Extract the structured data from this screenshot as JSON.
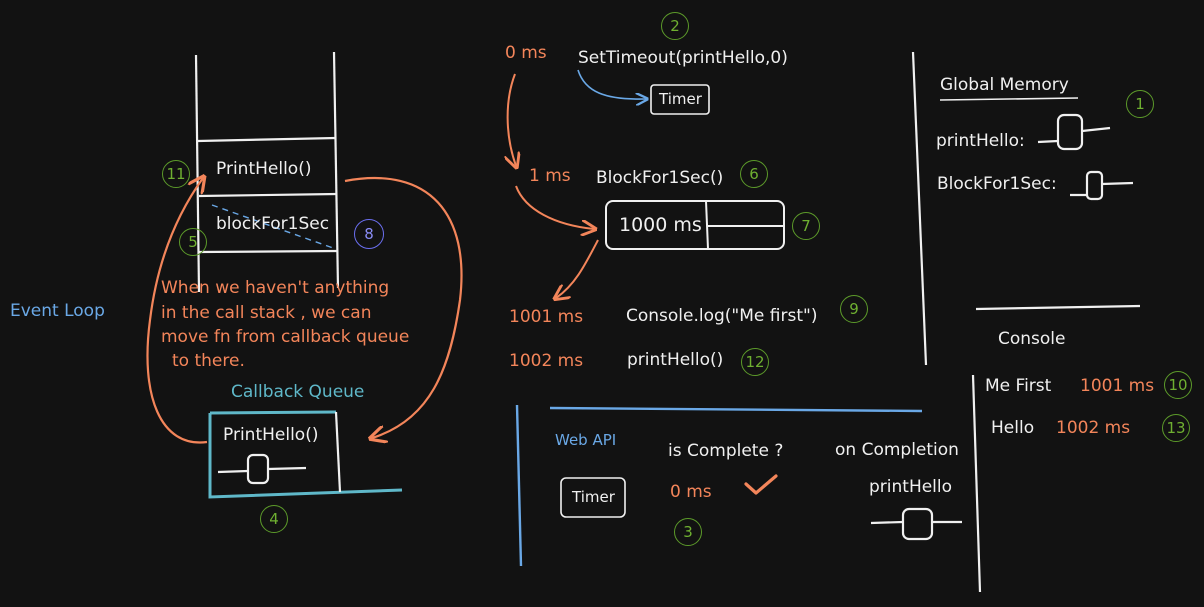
{
  "colors": {
    "background": "#121212",
    "orange": "#f3855a",
    "blue": "#6aa8e6",
    "teal": "#5fb8c9",
    "green": "#6fb031",
    "purple": "#6b6ff0",
    "white": "#f0f0f0"
  },
  "call_stack": {
    "items": [
      "PrintHello()",
      "blockFor1Sec"
    ]
  },
  "event_loop": {
    "label": "Event Loop",
    "note_lines": [
      "When we haven't anything",
      "in the call stack , we can",
      "move fn from callback queue",
      "to there."
    ]
  },
  "callback_queue": {
    "title": "Callback Queue",
    "item": "PrintHello()"
  },
  "timeline": [
    {
      "time": "0 ms",
      "code": "SetTimeout(printHello,0)",
      "badge": "2"
    },
    {
      "time": "1 ms",
      "code": "BlockFor1Sec()",
      "badge": "6"
    },
    {
      "time": "1001 ms",
      "code": "Console.log(\"Me first\")",
      "badge": "9"
    },
    {
      "time": "1002 ms",
      "code": "printHello()",
      "badge": "12"
    }
  ],
  "timer_box": {
    "label": "Timer"
  },
  "block_box": {
    "label": "1000 ms",
    "badge": "7"
  },
  "global_memory": {
    "title": "Global Memory",
    "badge": "1",
    "entries": [
      "printHello:",
      "BlockFor1Sec:"
    ]
  },
  "console": {
    "title": "Console",
    "lines": [
      {
        "text": "Me First",
        "time": "1001 ms",
        "badge": "10"
      },
      {
        "text": "Hello",
        "time": "1002 ms",
        "badge": "13"
      }
    ]
  },
  "web_api": {
    "title": "Web API",
    "col_complete": "is Complete ?",
    "col_on_completion": "on Completion",
    "timer_label": "Timer",
    "elapsed": "0 ms",
    "callback": "printHello",
    "badge": "3"
  },
  "badges": {
    "stack_top": "11",
    "stack_bottom": "5",
    "stack_dashed": "8",
    "queue": "4"
  }
}
